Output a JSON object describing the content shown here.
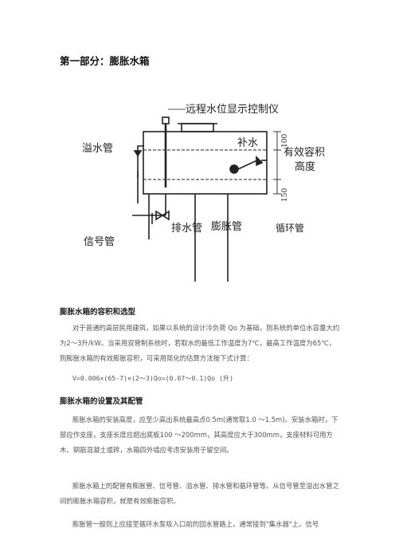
{
  "page_title": "第一部分：膨胀水箱",
  "diagram": {
    "label_controller": "远程水位显示控制仪",
    "label_overflow": "溢水管",
    "label_makeup": "补水",
    "label_effective_1": "有效容积",
    "label_effective_2": "高度",
    "label_dim_top": "100",
    "label_dim_bottom": "150",
    "label_drain": "排水管",
    "label_expansion": "膨胀管",
    "label_circulation": "循环管",
    "label_signal": "信号管"
  },
  "sections": {
    "s1_title": "膨胀水箱的容积和选型",
    "s1_p1": "对于普通的高层民用建筑，如果以系统的设计冷负荷 Qo 为基础，则系统的单位水容量大约为2～3升/kW。当采用双管制系统时，若取水的最低工作温度为7℃，最高工作温度为65℃，则膨胀水箱的有效膨胀容积，可采用简化的估算方法按下式计算：",
    "s1_formula": "V=0.006×(65-7)×(2～3)Qo=(0.07～0.1)Qo (升)",
    "s2_title": "膨胀水箱的设置及其配管",
    "s2_p1": "膨胀水箱的安装高度，应至少高出系统最高点0.5m(通常取1.0 ～1.5m)。安装水箱时，下部应作支座，支座长度应超出底板100 ～200mm，其高度应大于300mm，支座材料可用方木、钢筋混凝土或砖，水箱四外墙应考虑安装用子留空间。",
    "s2_p2": "膨胀水箱上的配管有膨胀管、信号管、溢水管、排水管和循环管等。从信号管至溢出水管之间的膨胀水箱容积，就是有效膨胀容积。",
    "s2_p3": "膨胀管一般则上应接至循环水泵吸入口前的回水管路上，通常接到\"集水器\"上。信号"
  }
}
